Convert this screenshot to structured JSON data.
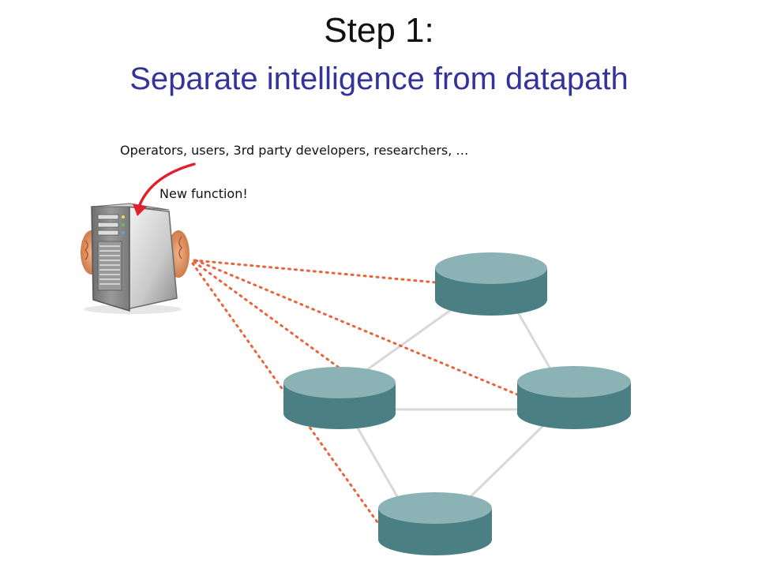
{
  "title": {
    "line1": "Step 1:",
    "line2": "Separate intelligence from datapath",
    "line2_color": "#333399"
  },
  "annotations": {
    "stakeholders": "Operators, users, 3rd party developers, researchers, …",
    "new_function": "New function!"
  },
  "colors": {
    "router_top": "#8bb2b4",
    "router_side": "#4a7f84",
    "control_link": "#e8643c",
    "data_link": "#d8d8d8",
    "arrow": "#e0202a",
    "brain": "#e0976a",
    "server_body": "#8a8a8a"
  },
  "icons": {
    "controller": "server-with-brain-icon",
    "switch": "router-cylinder-icon"
  }
}
